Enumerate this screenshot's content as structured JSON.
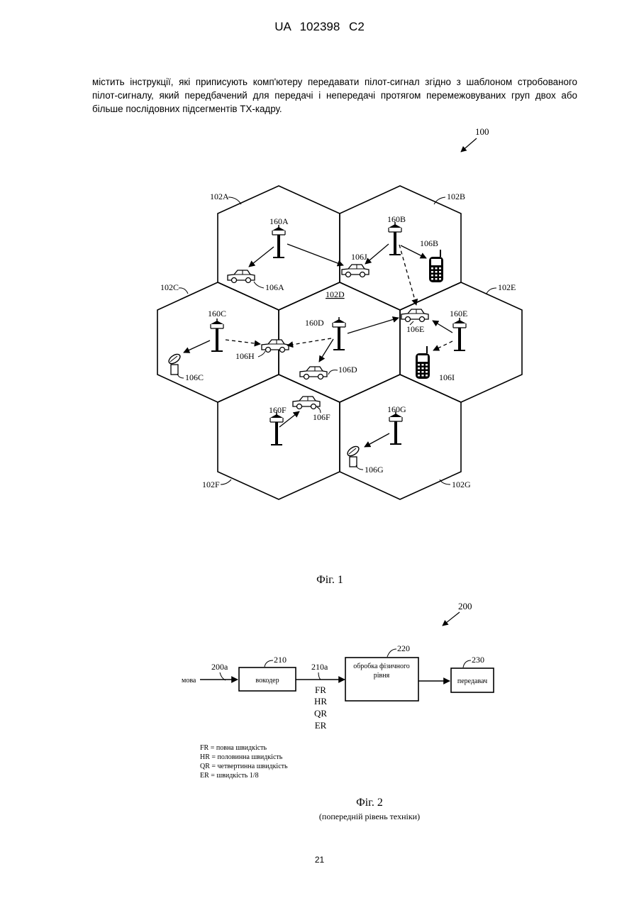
{
  "header": {
    "text": "UA   102398   C2"
  },
  "paragraph": "містить інструкції, які приписують комп'ютеру передавати пілот-сигнал згідно з шаблоном стробованого пілот-сигналу, який передбачений для передачі і непередачі протягом перемежовуваних груп двох або більше послідовних підсегментів TX-кадру.",
  "figure1": {
    "ref": "100",
    "caption": "Фіг. 1",
    "cells": {
      "a": "102A",
      "b": "102B",
      "c": "102C",
      "d": "102D",
      "e": "102E",
      "f": "102F",
      "g": "102G"
    },
    "base_stations": {
      "a": "160A",
      "b": "160B",
      "c": "160C",
      "d": "160D",
      "e": "160E",
      "f": "160F",
      "g": "160G"
    },
    "terminals": {
      "a": "106A",
      "b": "106B",
      "c": "106C",
      "d": "106D",
      "e": "106E",
      "f": "106F",
      "g": "106G",
      "h": "106H",
      "i": "106I",
      "j": "106J"
    }
  },
  "figure2": {
    "ref": "200",
    "caption": "Фіг. 2",
    "subcaption": "(попередній рівень техніки)",
    "input_label": "мова",
    "input_ref": "200a",
    "vocoder": {
      "ref": "210",
      "label": "вокодер"
    },
    "vocoder_out_ref": "210a",
    "rates": [
      "FR",
      "HR",
      "QR",
      "ER"
    ],
    "phy": {
      "ref": "220",
      "line1": "обробка фізичного",
      "line2": "рівня"
    },
    "transmitter": {
      "ref": "230",
      "label": "передавач"
    },
    "legend": [
      "FR = повна швидкість",
      "HR = половинна швидкість",
      "QR = четвертинна швидкість",
      "ER = швидкість 1/8"
    ]
  },
  "page_number": "21"
}
